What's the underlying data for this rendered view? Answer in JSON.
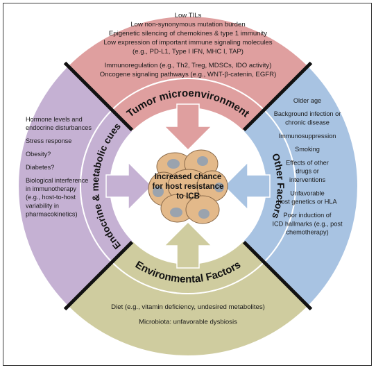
{
  "colors": {
    "tumor": "#df9f9f",
    "other": "#a8c3e2",
    "environmental": "#cfcc9f",
    "endocrine": "#c5b1d3",
    "cell_fill": "#e3b98a",
    "nucleus": "#9aa3ae",
    "divider": "#111111"
  },
  "tumor": {
    "ring_label": "Tumor microenvironment",
    "lines": [
      "Low TILs",
      "Low non-synonymous mutation burden",
      "Epigenetic silencing of chemokines & type 1 immunity",
      "Low expression of important immune signaling molecules",
      "(e.g., PD-L1, Type I IFN, MHC I, TAP)",
      "",
      "Immunoregulation (e.g., Th2, Treg, MDSCs, IDO activity)",
      "Oncogene signaling pathways (e.g., WNT-β-catenin, EGFR)"
    ]
  },
  "other": {
    "ring_label": "Other Factors",
    "lines": [
      "Older age",
      "",
      "Background infection or",
      "chronic disease",
      "",
      "Immunosuppression",
      "",
      "Smoking",
      "",
      "Effects of other",
      "drugs or",
      "interventions",
      "",
      "Unfavorable",
      "host genetics or HLA",
      "",
      "Poor induction of",
      "ICD hallmarks (e.g., post",
      "chemotherapy)"
    ]
  },
  "environmental": {
    "ring_label": "Environmental Factors",
    "lines": [
      "Diet (e.g., vitamin deficiency, undesired metabolites)",
      "",
      "Microbiota: unfavorable dysbiosis"
    ]
  },
  "endocrine": {
    "ring_label": "Endocrine & metabolic cues",
    "lines": [
      "Hormone levels and",
      "endocrine disturbances",
      "",
      "Stress response",
      "",
      "Obesity?",
      "",
      "Diabetes?",
      "",
      "Biological interference",
      "in immunotherapy",
      "(e.g., host-to-host",
      "variability in",
      "pharmacokinetics)"
    ]
  },
  "center": {
    "lines": [
      "Increased chance",
      "for host resistance",
      "to ICB"
    ]
  }
}
